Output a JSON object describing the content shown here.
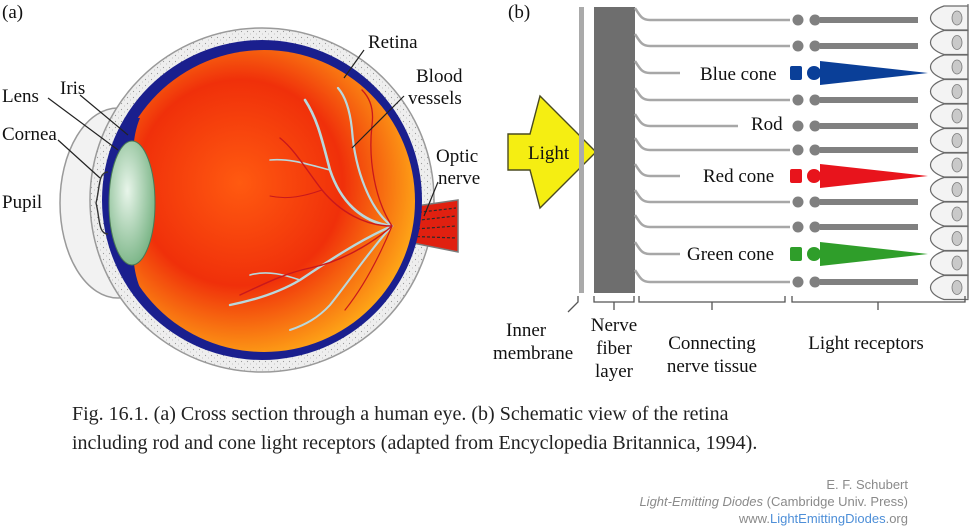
{
  "panel_a": {
    "tag": "(a)",
    "labels": {
      "retina": "Retina",
      "blood1": "Blood",
      "blood2": "vessels",
      "lens": "Lens",
      "iris": "Iris",
      "cornea": "Cornea",
      "pupil": "Pupil",
      "optic1": "Optic",
      "optic2": "nerve"
    }
  },
  "panel_b": {
    "tag": "(b)",
    "light": "Light",
    "receptor_labels": {
      "blue": "Blue cone",
      "rod": "Rod",
      "red": "Red cone",
      "green": "Green cone"
    },
    "bottom": {
      "inner1": "Inner",
      "inner2": "membrane",
      "nerve1": "Nerve",
      "nerve2": "fiber",
      "nerve3": "layer",
      "conn1": "Connecting",
      "conn2": "nerve tissue",
      "light_receptors": "Light receptors"
    }
  },
  "caption": {
    "line1": "Fig. 16.1. (a) Cross section through a human eye. (b) Schematic view of the retina",
    "line2": "including rod and cone light receptors (adapted from Encyclopedia Britannica, 1994)."
  },
  "credit": {
    "author": "E. F. Schubert",
    "book_title": "Light-Emitting Diodes",
    "publisher": "(Cambridge Univ. Press)",
    "url_prefix": "www.",
    "url_highlight": "LightEmittingDiodes",
    "url_suffix": ".org"
  },
  "colors": {
    "blue_cone": "#0a3f98",
    "red_cone": "#e8141c",
    "green_cone": "#2f9e2a",
    "rod": "#808080",
    "light_arrow": "#f5ee12",
    "nerve_layer": "#6e6e6e"
  }
}
